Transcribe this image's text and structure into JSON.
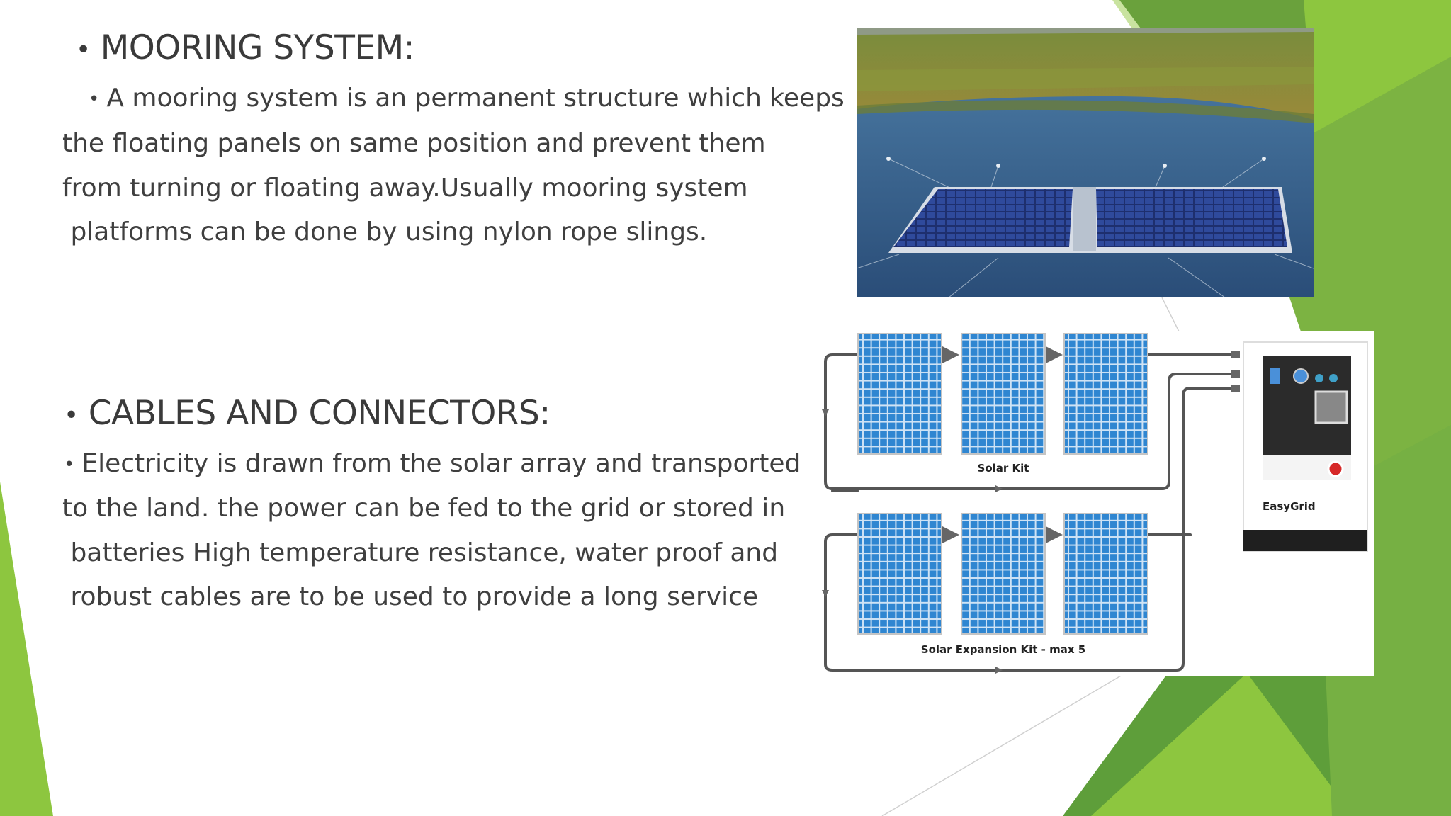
{
  "mooring": {
    "heading": "MOORING SYSTEM:",
    "lines": [
      "A mooring system is an permanent structure which keeps",
      "the floating panels on same position and prevent them",
      "from turning or floating away.Usually mooring system",
      " platforms can be done by using nylon rope slings."
    ]
  },
  "cables": {
    "heading": "CABLES AND CONNECTORS:",
    "lines": [
      "Electricity is drawn from the solar array and transported",
      "to the land. the power can be fed to the grid or stored in",
      " batteries High temperature resistance, water proof and",
      " robust cables are to be used to provide a long service"
    ]
  },
  "diagram": {
    "top_label": "Solar Kit",
    "bottom_label": "Solar Expansion Kit - max 5",
    "device_brand": "EasyGrid"
  },
  "colors": {
    "accent_green": "#8dc63f",
    "dark_green": "#6aa13c",
    "text": "#3f3f3f",
    "panel_blue": "#2f86d1"
  }
}
